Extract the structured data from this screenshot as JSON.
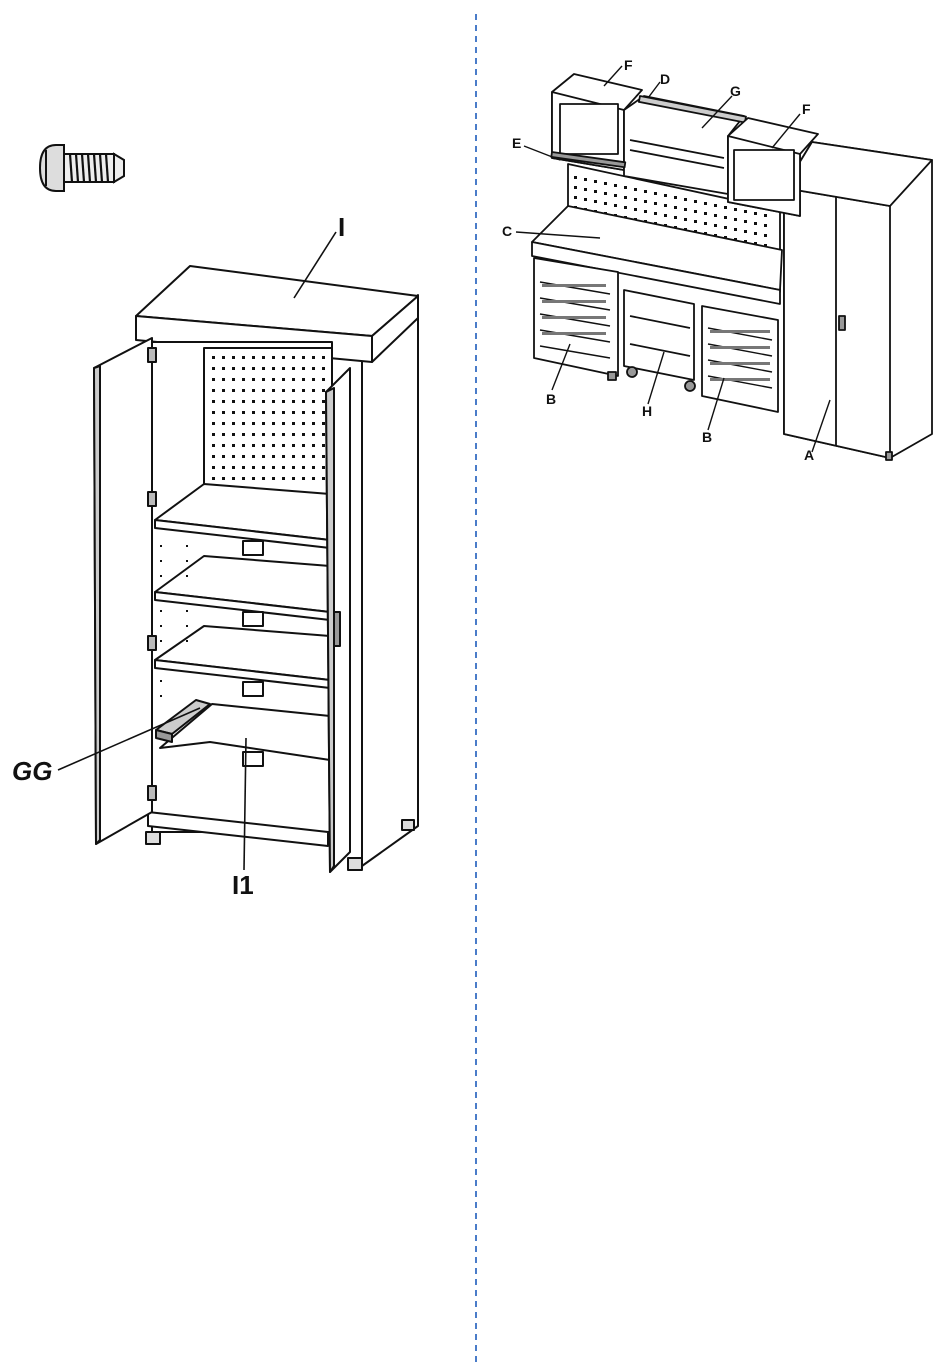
{
  "left_figure": {
    "labels": {
      "top": "I",
      "shelf": "I1",
      "slide": "GG"
    }
  },
  "right_figure": {
    "labels": {
      "F_left": "F",
      "D": "D",
      "G": "G",
      "F_right": "F",
      "E": "E",
      "C": "C",
      "B_left": "B",
      "H": "H",
      "B_right": "B",
      "A": "A"
    }
  },
  "colors": {
    "line": "#111111",
    "divider": "#4a7cc9"
  }
}
